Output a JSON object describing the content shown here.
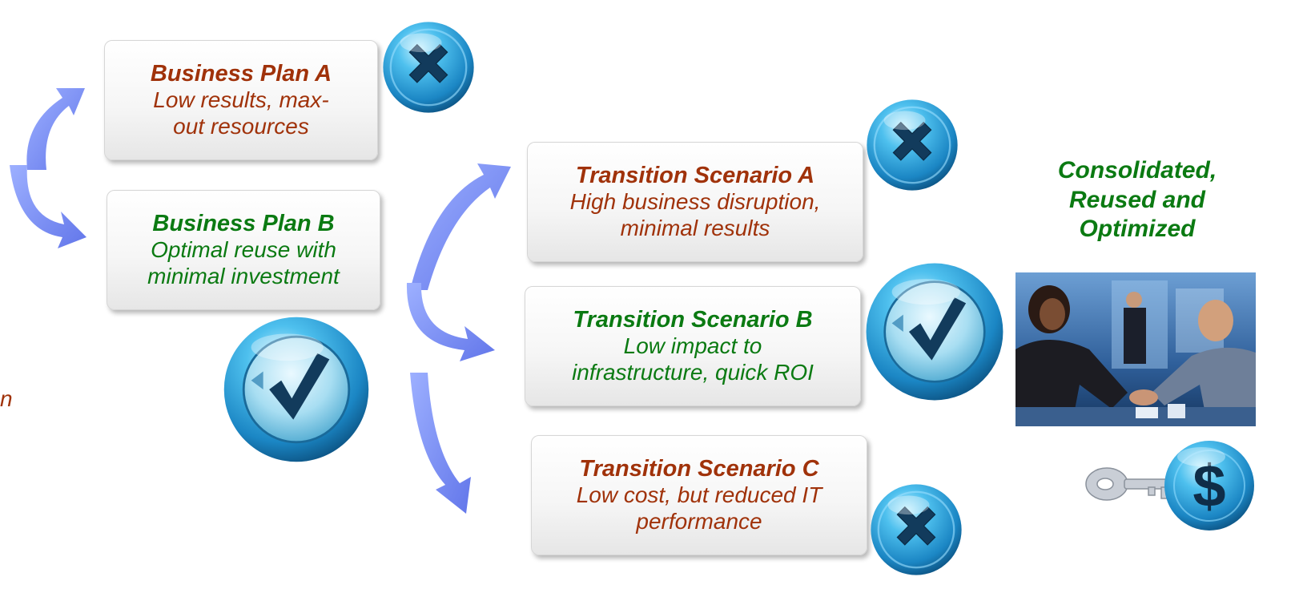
{
  "business_plans": [
    {
      "title": "Business Plan A",
      "desc_line1": "Low results, max-",
      "desc_line2": "out resources",
      "outcome": "rejected"
    },
    {
      "title": "Business Plan B",
      "desc_line1": "Optimal reuse with",
      "desc_line2": "minimal investment",
      "outcome": "accepted"
    }
  ],
  "scenarios": [
    {
      "title": "Transition Scenario A",
      "desc_line1": "High business disruption,",
      "desc_line2": "minimal results",
      "outcome": "rejected"
    },
    {
      "title": "Transition Scenario B",
      "desc_line1": "Low impact to",
      "desc_line2": "infrastructure, quick ROI",
      "outcome": "accepted"
    },
    {
      "title": "Transition Scenario C",
      "desc_line1": "Low cost, but reduced IT",
      "desc_line2": "performance",
      "outcome": "rejected"
    }
  ],
  "result": {
    "line1": "Consolidated,",
    "line2": "Reused and",
    "line3": "Optimized"
  },
  "left_fragment": "n",
  "icons": {
    "reject": "x-circle-icon",
    "accept": "check-circle-icon",
    "photo": "business-handshake-photo",
    "key": "key-dollar-icon"
  },
  "colors": {
    "rejected_text": "#a0320a",
    "accepted_text": "#0b7a12",
    "arrow": "#7a8ff5",
    "badge": "#2a9fd6"
  }
}
